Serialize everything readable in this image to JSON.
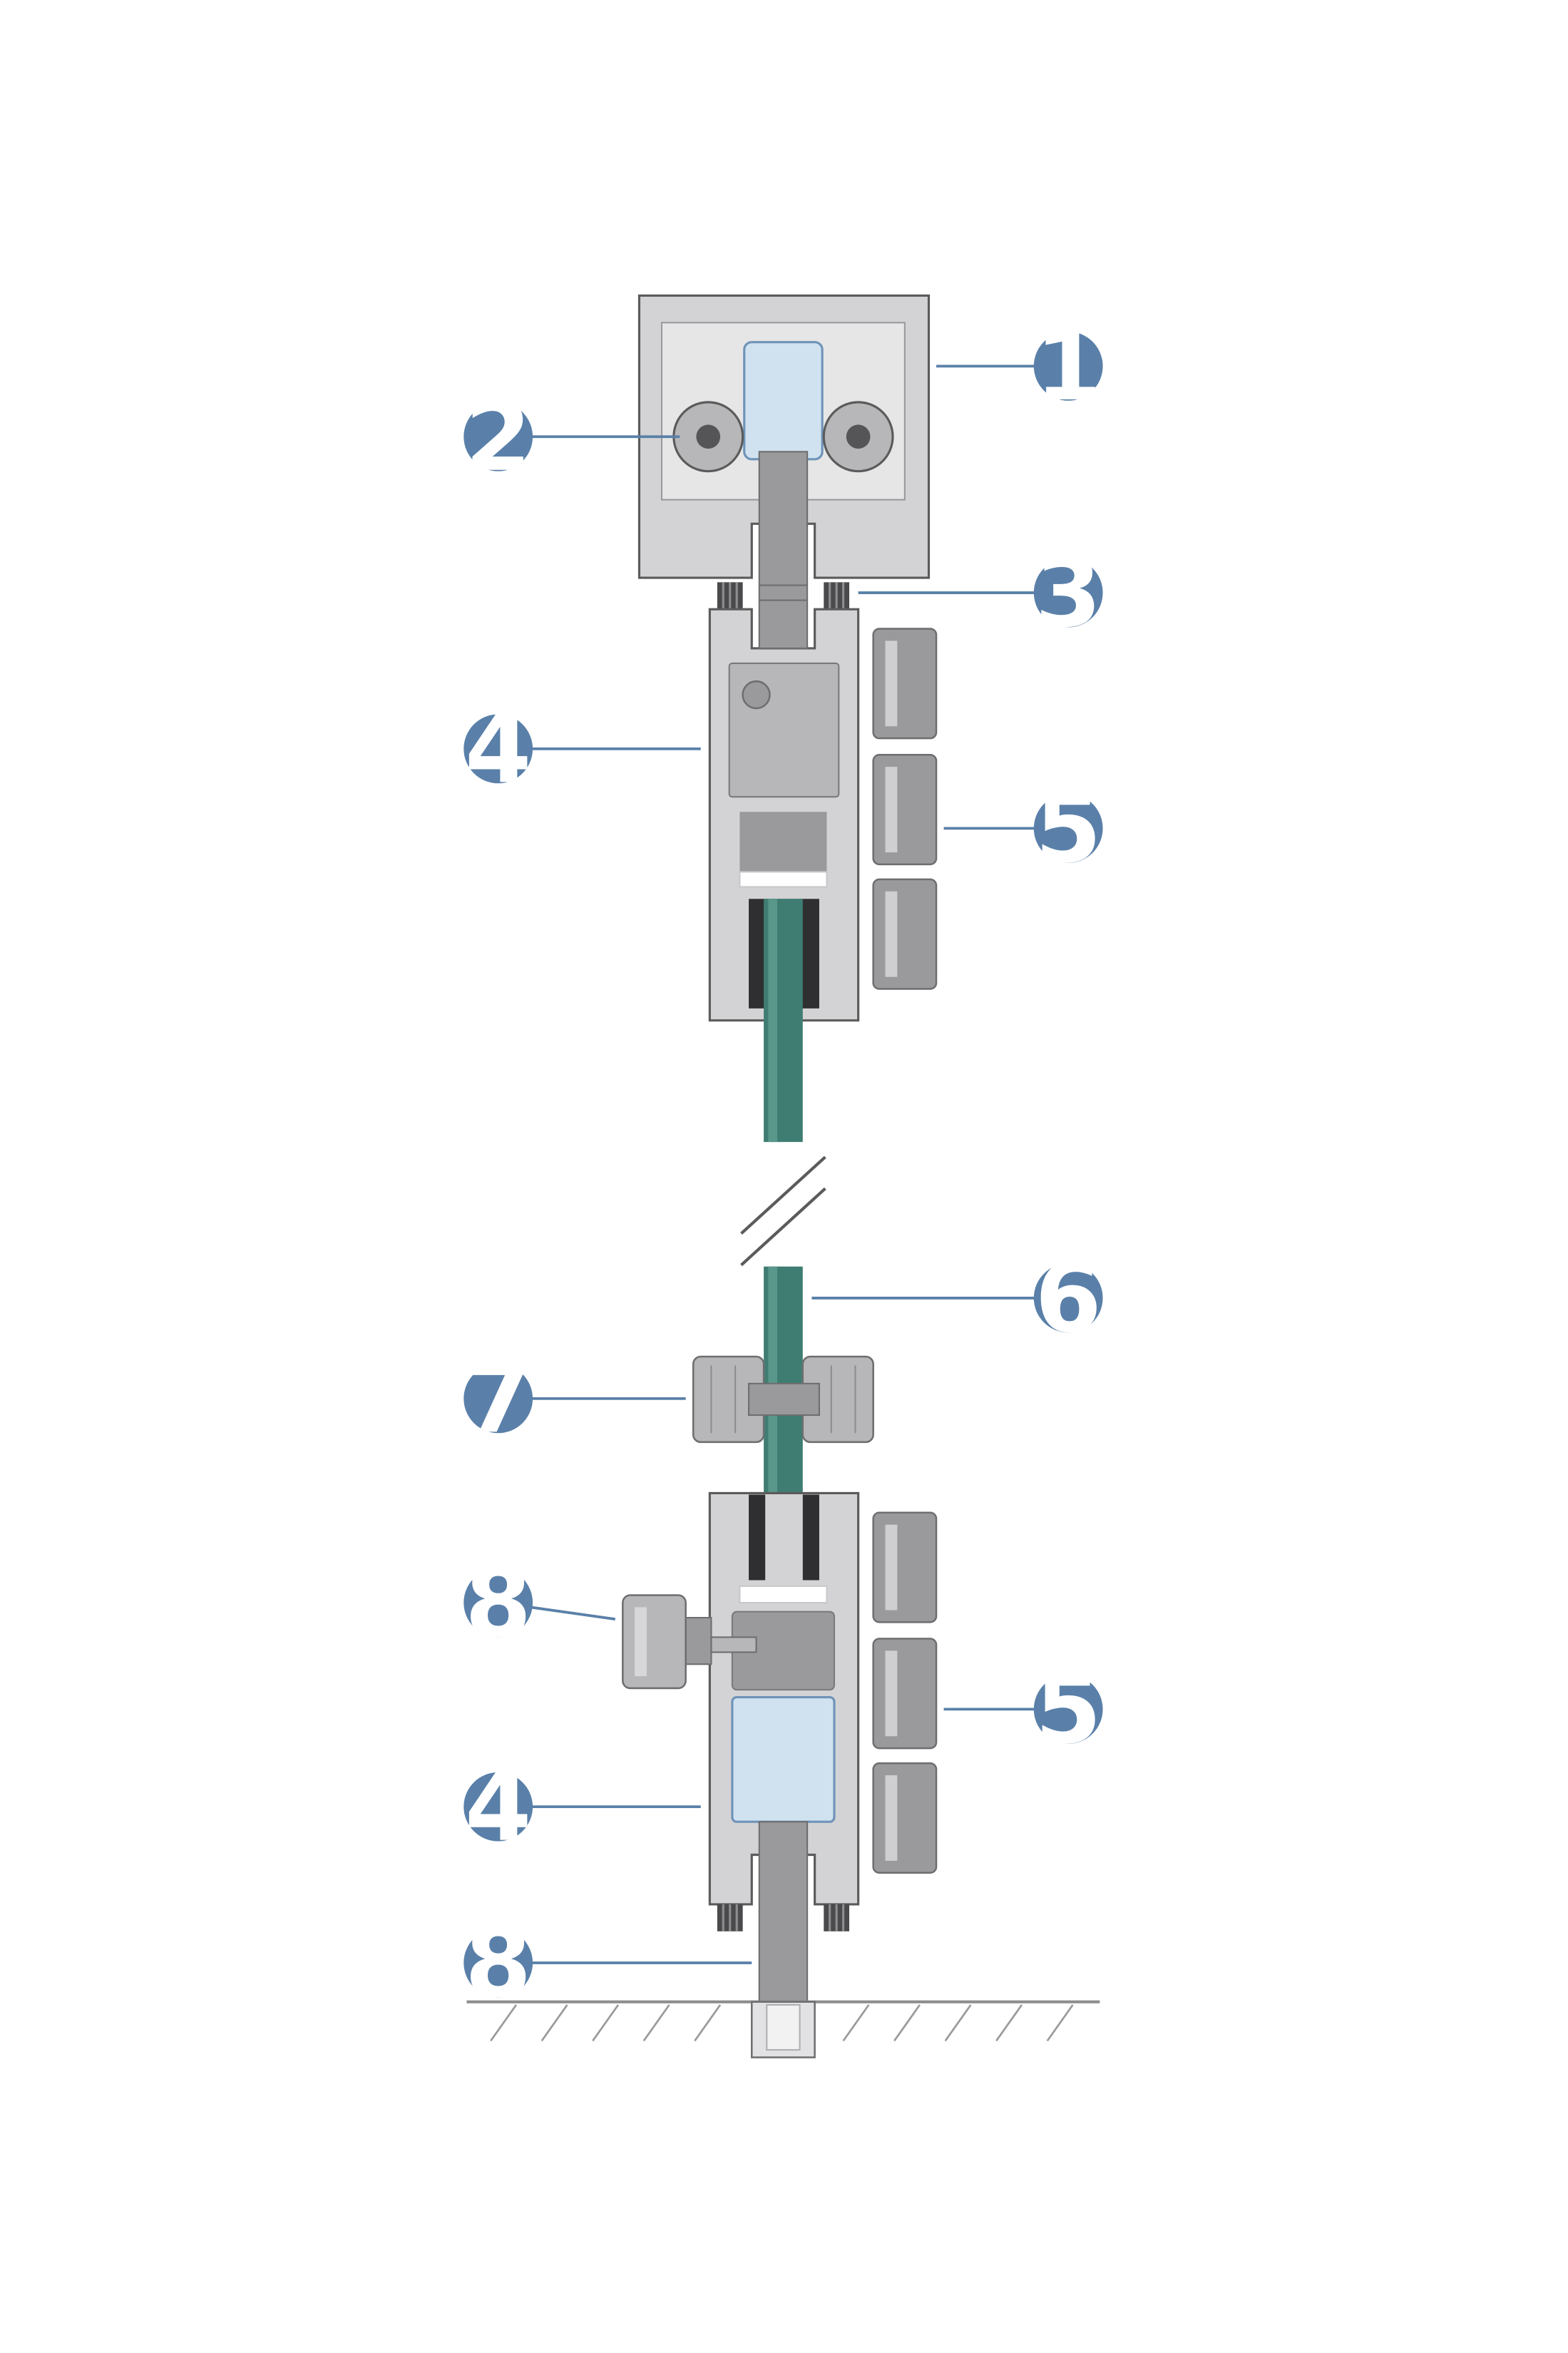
{
  "colors": {
    "badge": "#5a80a9",
    "leader": "#5a80a9",
    "housing": "#d3d3d5",
    "inner_panel": "#e6e6e7",
    "dark_grey": "#9a9a9c",
    "mid_grey": "#b7b7b9",
    "glass_blue": "#d0e2f0",
    "cable_teal": "#3f7d72",
    "outline": "#5b5b5b"
  },
  "callouts": [
    {
      "number": "1",
      "icon": "number-badge"
    },
    {
      "number": "2",
      "icon": "number-badge"
    },
    {
      "number": "3",
      "icon": "number-badge"
    },
    {
      "number": "4",
      "icon": "number-badge"
    },
    {
      "number": "5",
      "icon": "number-badge"
    },
    {
      "number": "6",
      "icon": "number-badge"
    },
    {
      "number": "7",
      "icon": "number-badge"
    },
    {
      "number": "8",
      "icon": "number-badge"
    },
    {
      "number": "5",
      "icon": "number-badge"
    },
    {
      "number": "4",
      "icon": "number-badge"
    },
    {
      "number": "8",
      "icon": "number-badge"
    }
  ]
}
